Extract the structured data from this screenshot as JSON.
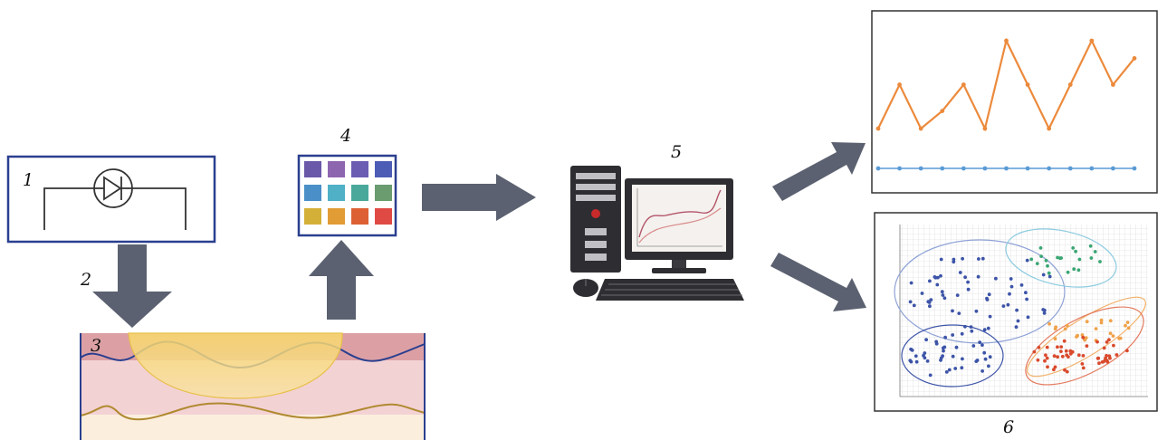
{
  "labels": {
    "step1": "1",
    "step2": "2",
    "step3": "3",
    "step4": "4",
    "step5": "5",
    "step6": "6"
  },
  "colors": {
    "box_border": "#2a3f8f",
    "arrow_fill": "#5b6170",
    "tissue_top": "#dca0a4",
    "tissue_mid": "#f3d2d4",
    "tissue_bottom": "#fbeedd",
    "light_cone": "#f6d25a",
    "orange_series": "#ec8a3c",
    "blue_series": "#5b9bd5",
    "cluster_blue": "#3d54a8",
    "cluster_green": "#3aa673",
    "cluster_red": "#d94a2c"
  },
  "sensor_grid_colors": [
    [
      "#6a58a8",
      "#8d66b0",
      "#6b5db2",
      "#4d5cb5"
    ],
    [
      "#4a8fc8",
      "#4fb0c6",
      "#4aa89a",
      "#6a9c70"
    ],
    [
      "#d4b038",
      "#e19c36",
      "#dd6034",
      "#e04a45"
    ]
  ],
  "icons": {
    "diode": "diode-symbol-icon",
    "computer": "desktop-computer-icon"
  },
  "chart_data": [
    {
      "type": "line",
      "series": [
        {
          "values": [
            3,
            8,
            3,
            5,
            8,
            3,
            13,
            8,
            3,
            8,
            13,
            8,
            11
          ]
        },
        {
          "values": [
            0,
            0,
            0,
            0,
            0,
            0,
            0,
            0,
            0,
            0,
            0,
            0,
            0
          ]
        }
      ]
    },
    {
      "type": "scatter",
      "clusters": [
        {
          "color": "blue-top-left",
          "count": 60
        },
        {
          "color": "blue-bottom-left",
          "count": 40
        },
        {
          "color": "green-top-right",
          "count": 20
        },
        {
          "color": "orange-right",
          "count": 25
        },
        {
          "color": "red-bottom-right",
          "count": 50
        }
      ]
    }
  ]
}
